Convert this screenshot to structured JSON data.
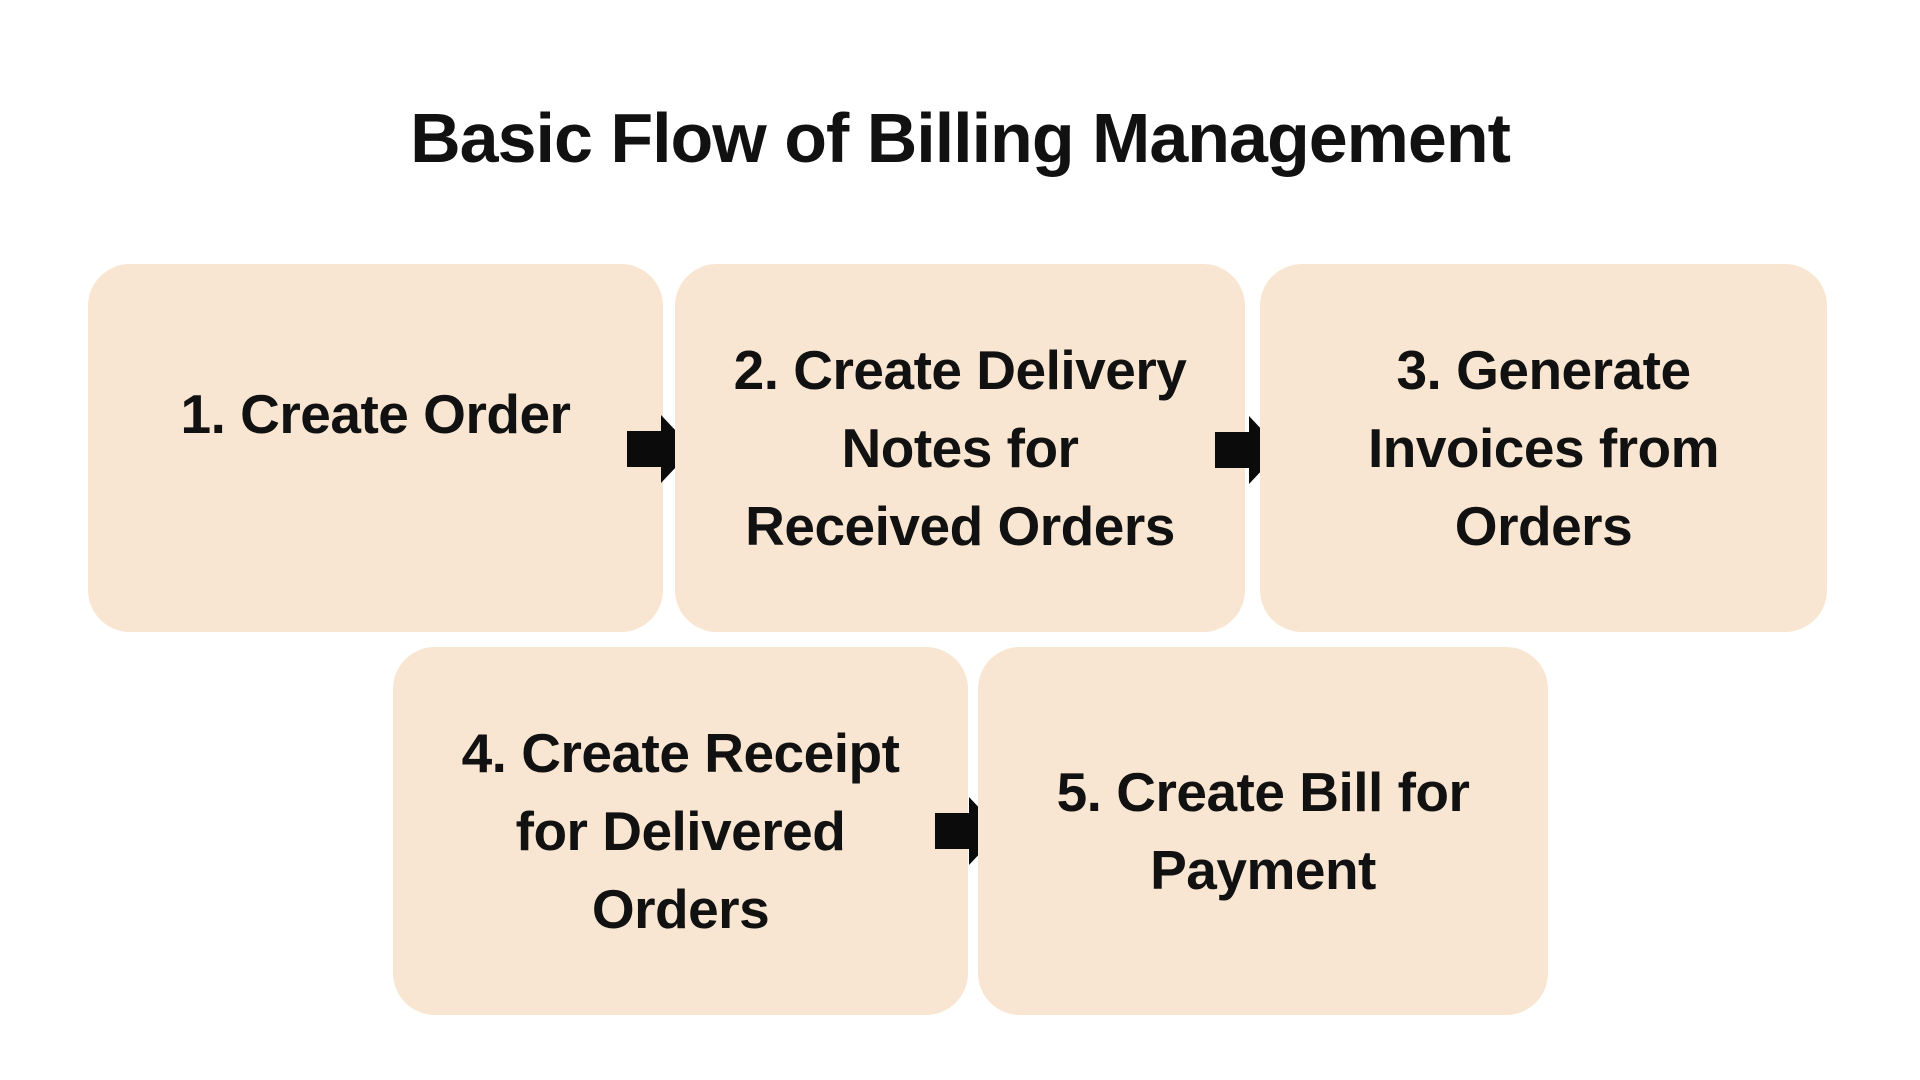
{
  "title": "Basic Flow of Billing Management",
  "steps": [
    {
      "id": "1",
      "label": "1. Create Order",
      "lines": [
        "1. Create Order"
      ]
    },
    {
      "id": "2",
      "label": "2. Create Delivery Notes for Received Orders",
      "lines": [
        "2. Create Delivery",
        "Notes for",
        "Received Orders"
      ]
    },
    {
      "id": "3",
      "label": "3. Generate Invoices from Orders",
      "lines": [
        "3. Generate",
        "Invoices from",
        "Orders"
      ]
    },
    {
      "id": "4",
      "label": "4. Create Receipt for Delivered Orders",
      "lines": [
        "4. Create Receipt",
        "for Delivered",
        "Orders"
      ]
    },
    {
      "id": "5",
      "label": "5. Create Bill for Payment",
      "lines": [
        "5. Create Bill for",
        "Payment"
      ]
    }
  ],
  "connections": [
    {
      "from": "1",
      "to": "2"
    },
    {
      "from": "2",
      "to": "3"
    },
    {
      "from": "4",
      "to": "5"
    }
  ],
  "colors": {
    "background": "#ffffff",
    "box_fill": "#f8e6d2",
    "text": "#111111",
    "arrow": "#0b0b0b"
  }
}
